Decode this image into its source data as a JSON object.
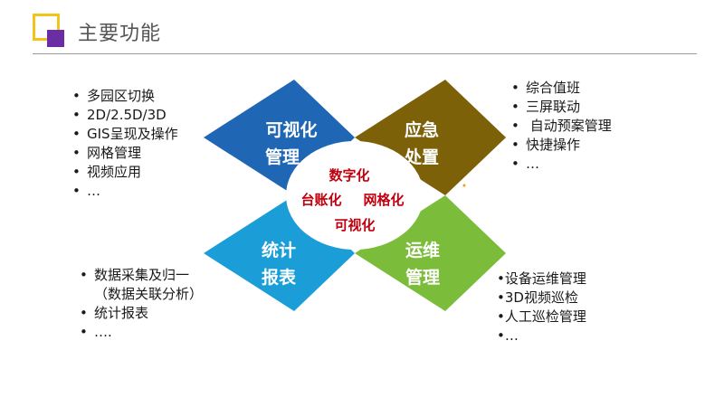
{
  "header": {
    "title": "主要功能"
  },
  "diagram": {
    "quadrants": [
      {
        "id": "tl",
        "line1": "可视化",
        "line2": "管理",
        "color": "#1f66b5"
      },
      {
        "id": "tr",
        "line1": "应急",
        "line2": "处置",
        "color": "#7c6109"
      },
      {
        "id": "bl",
        "line1": "统计",
        "line2": "报表",
        "color": "#1b9ed8"
      },
      {
        "id": "br",
        "line1": "运维",
        "line2": "管理",
        "color": "#7bbd3b"
      }
    ],
    "center": {
      "line1": "数字化",
      "line2a": "台账化",
      "line2b": "网格化",
      "line3": "可视化",
      "text_color": "#c0000e"
    }
  },
  "lists": {
    "top_left": [
      "多园区切换",
      "2D/2.5D/3D",
      "GIS呈现及操作",
      "网格管理",
      "视频应用",
      "…"
    ],
    "top_right": [
      "综合值班",
      "三屏联动",
      "自动预案管理",
      "快捷操作",
      "…"
    ],
    "bottom_left_item1": "数据采集及归一",
    "bottom_left_item1_cont": "（数据关联分析）",
    "bottom_left_rest": [
      "统计报表",
      "…."
    ],
    "bottom_right": [
      "•设备运维管理",
      "•3D视频巡检",
      "•人工巡检管理",
      "•…"
    ]
  },
  "bullet_symbol": "•"
}
